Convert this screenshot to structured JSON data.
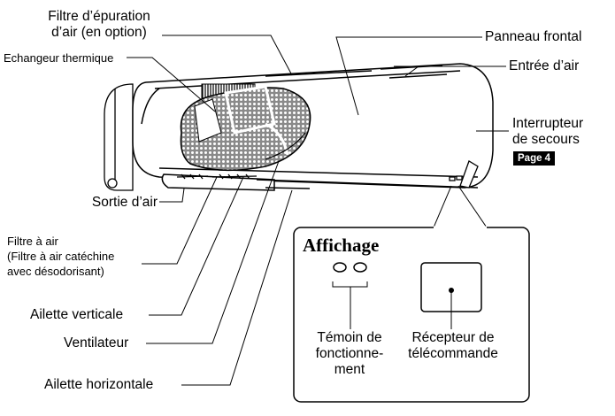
{
  "labels": {
    "filtre_epuration_1": "Filtre d’épuration",
    "filtre_epuration_2": "d’air (en option)",
    "echangeur": "Echangeur thermique",
    "panneau": "Panneau frontal",
    "entree": "Entrée d’air",
    "interrupteur_1": "Interrupteur",
    "interrupteur_2": "de secours",
    "page_ref": "Page 4",
    "sortie": "Sortie d’air",
    "filtre_air_1": "Filtre à air",
    "filtre_air_2": "(Filtre à air catéchine",
    "filtre_air_3": "avec désodorisant)",
    "ailette_v": "Ailette verticale",
    "ventilateur": "Ventilateur",
    "ailette_h": "Ailette horizontale"
  },
  "display_box": {
    "title": "Affichage",
    "temoin_1": "Témoin de",
    "temoin_2": "fonctionne-",
    "temoin_3": "ment",
    "recepteur_1": "Récepteur de",
    "recepteur_2": "télécommande"
  },
  "colors": {
    "line": "#000000",
    "body": "#ffffff",
    "mesh": "#9a9a9a"
  }
}
